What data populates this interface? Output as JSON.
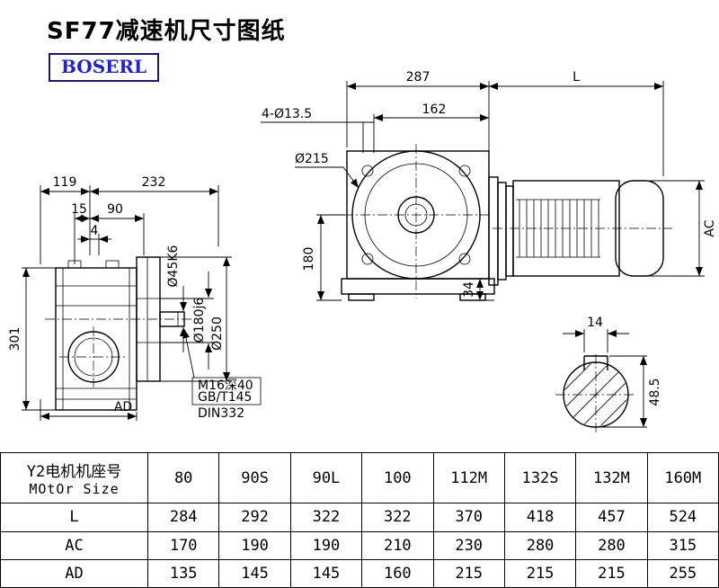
{
  "page": {
    "title": "SF77减速机尺寸图纸",
    "logo_text": "BOSERL"
  },
  "drawing": {
    "side_view": {
      "d119": "119",
      "d232": "232",
      "d15": "15",
      "d90": "90",
      "d4": "4",
      "d301": "301",
      "dAD": "AD",
      "shaft_dia": "Ø45K6",
      "spigot_dia": "Ø180j6",
      "flange_dia": "Ø250",
      "note1": "M16深40",
      "note2": "GB/T145",
      "note3": "DIN332"
    },
    "front_view": {
      "d287": "287",
      "dL": "L",
      "d162": "162",
      "holes": "4-Ø13.5",
      "bore_dia": "Ø215",
      "d180": "180",
      "d34": "34",
      "dAC": "AC"
    },
    "shaft_section": {
      "key_width": "14",
      "key_height": "48.5"
    }
  },
  "table": {
    "header_line1": "Y2电机机座号",
    "header_line2": "MOtOr Size",
    "columns": [
      "80",
      "90S",
      "90L",
      "100",
      "112M",
      "132S",
      "132M",
      "160M"
    ],
    "rows": [
      {
        "label": "L",
        "values": [
          "284",
          "292",
          "322",
          "322",
          "370",
          "418",
          "457",
          "524"
        ]
      },
      {
        "label": "AC",
        "values": [
          "170",
          "190",
          "190",
          "210",
          "230",
          "280",
          "280",
          "315"
        ]
      },
      {
        "label": "AD",
        "values": [
          "135",
          "145",
          "145",
          "160",
          "215",
          "215",
          "215",
          "255"
        ]
      }
    ]
  }
}
